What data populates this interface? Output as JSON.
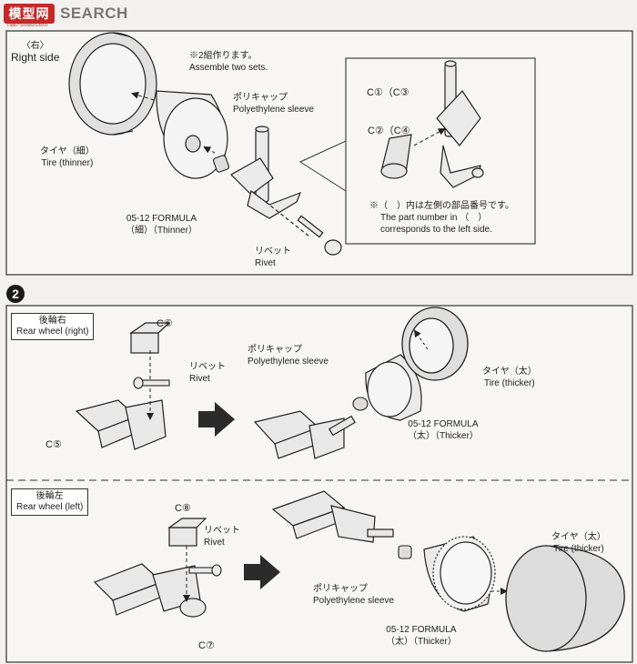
{
  "header": {
    "logo_mark": "模型网",
    "logo_text": "SEARCH",
    "logo_sub": "nan-shou.com"
  },
  "section1": {
    "side_jp": "〈右〉",
    "side_en": "Right side",
    "assemble_jp": "※2組作ります。",
    "assemble_en": "Assemble two sets.",
    "sleeve_jp": "ポリキャップ",
    "sleeve_en": "Polyethylene sleeve",
    "tire_jp": "タイヤ（細）",
    "tire_en": "Tire (thinner)",
    "wheel_code": "05-12 FORMULA",
    "wheel_note": "（細）（Thinner）",
    "rivet_jp": "リベット",
    "rivet_en": "Rivet",
    "inset_part1": "C①（C③",
    "inset_part2": "C②（C④",
    "inset_note_jp": "※（　）内は左側の部品番号です。",
    "inset_note_en1": "The part number in （　）",
    "inset_note_en2": "corresponds to the left side."
  },
  "step2": {
    "number": "2",
    "right": {
      "title_jp": "後輪右",
      "title_en": "Rear wheel (right)",
      "part_top": "C⑥",
      "part_bottom": "C⑤",
      "rivet_jp": "リベット",
      "rivet_en": "Rivet",
      "sleeve_jp": "ポリキャップ",
      "sleeve_en": "Polyethylene sleeve",
      "tire_jp": "タイヤ（太）",
      "tire_en": "Tire (thicker)",
      "wheel_code": "05-12 FORMULA",
      "wheel_note": "（太）（Thicker）"
    },
    "left": {
      "title_jp": "後輪左",
      "title_en": "Rear wheel (left)",
      "part_top": "C⑧",
      "part_bottom": "C⑦",
      "rivet_jp": "リベット",
      "rivet_en": "Rivet",
      "sleeve_jp": "ポリキャップ",
      "sleeve_en": "Polyethylene sleeve",
      "tire_jp": "タイヤ（太）",
      "tire_en": "Tire (thicker)",
      "wheel_code": "05-12 FORMULA",
      "wheel_note": "（太）（Thicker）"
    }
  },
  "colors": {
    "line": "#2a2a2a",
    "tire_fill": "#d8d8d8",
    "part_fill": "#e6e6e6",
    "arrow": "#2b2b2b"
  }
}
